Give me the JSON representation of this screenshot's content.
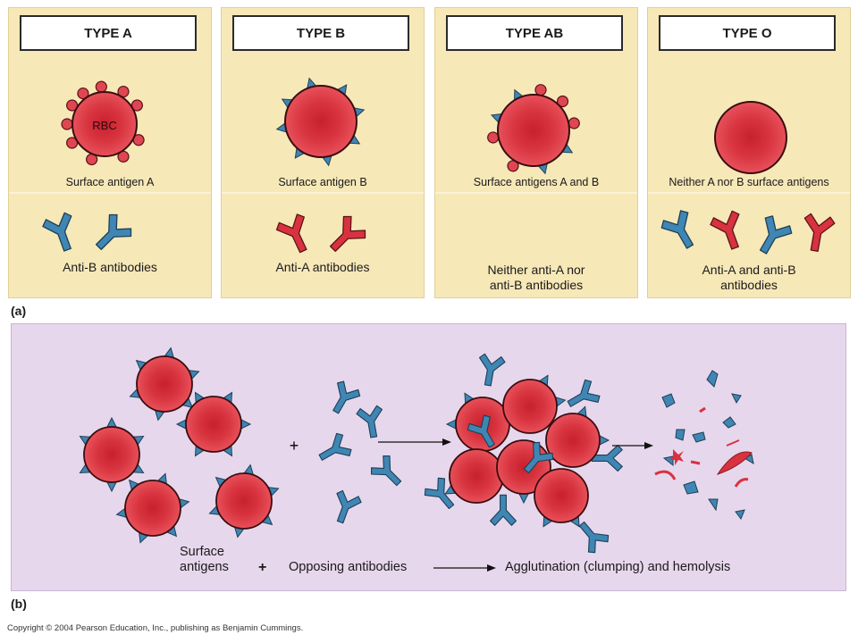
{
  "panel_a": {
    "tag": "(a)",
    "types": [
      {
        "title": "TYPE A",
        "antigen_label": "Surface antigen A",
        "antibody_label_lines": [
          "Anti-B antibodies"
        ],
        "cell_label": "RBC"
      },
      {
        "title": "TYPE B",
        "antigen_label": "Surface antigen B",
        "antibody_label_lines": [
          "Anti-A antibodies"
        ]
      },
      {
        "title": "TYPE AB",
        "antigen_label": "Surface antigens A and B",
        "antibody_label_lines": [
          "Neither anti-A nor",
          "anti-B antibodies"
        ]
      },
      {
        "title": "TYPE O",
        "antigen_label": "Neither A nor B surface antigens",
        "antibody_label_lines": [
          "Anti-A and anti-B",
          "antibodies"
        ]
      }
    ]
  },
  "panel_b": {
    "tag": "(b)",
    "labels": {
      "surface_line1": "Surface",
      "surface_line2": "antigens",
      "plus": "+",
      "opposing": "Opposing antibodies",
      "result": "Agglutination (clumping) and hemolysis"
    }
  },
  "colors": {
    "rbc": "#d8323f",
    "antigen_a": "#d8323f",
    "antigen_b": "#3f86b4",
    "anti_a_antibody": "#d8323f",
    "anti_b_antibody": "#3f86b4",
    "panel_a_bg": "#f7e8b8",
    "panel_b_bg": "#e7d7ec"
  },
  "copyright": "Copyright © 2004 Pearson Education, Inc., publishing as Benjamin Cummings."
}
